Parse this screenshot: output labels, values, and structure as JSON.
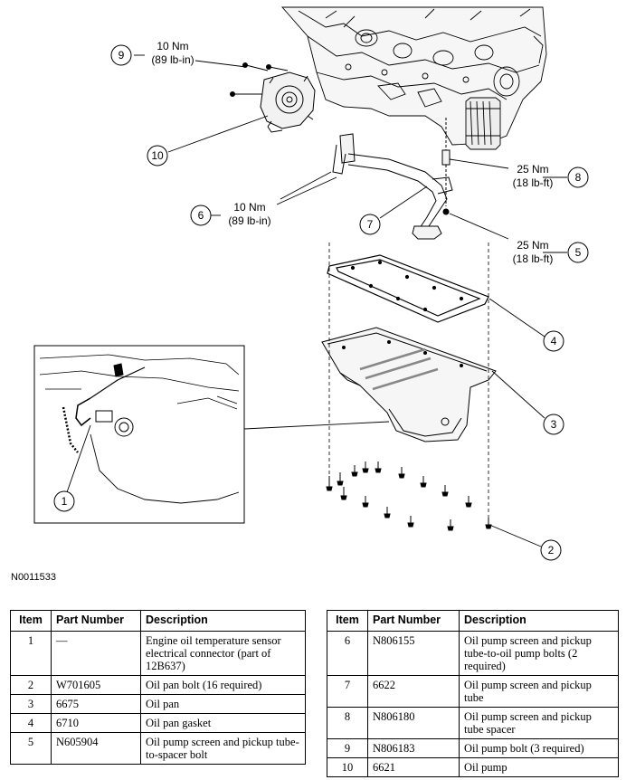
{
  "figure_id": "N0011533",
  "callouts": [
    {
      "id": "9",
      "label": "9",
      "line1": "10 Nm",
      "line2": "(89 lb-in)"
    },
    {
      "id": "10",
      "label": "10"
    },
    {
      "id": "6",
      "label": "6",
      "line1": "10 Nm",
      "line2": "(89 lb-in)"
    },
    {
      "id": "7",
      "label": "7"
    },
    {
      "id": "8",
      "label": "8",
      "line1": "25 Nm",
      "line2": "(18 lb-ft)"
    },
    {
      "id": "5",
      "label": "5",
      "line1": "25 Nm",
      "line2": "(18 lb-ft)"
    },
    {
      "id": "4",
      "label": "4"
    },
    {
      "id": "3",
      "label": "3"
    },
    {
      "id": "2",
      "label": "2"
    },
    {
      "id": "1",
      "label": "1"
    }
  ],
  "table_headers": {
    "item": "Item",
    "part_number": "Part Number",
    "description": "Description"
  },
  "parts_left": [
    {
      "item": "1",
      "part": "—",
      "desc": "Engine oil temperature sensor electrical connector (part of 12B637)"
    },
    {
      "item": "2",
      "part": "W701605",
      "desc": "Oil pan bolt (16 required)"
    },
    {
      "item": "3",
      "part": "6675",
      "desc": "Oil pan"
    },
    {
      "item": "4",
      "part": "6710",
      "desc": "Oil pan gasket"
    },
    {
      "item": "5",
      "part": "N605904",
      "desc": "Oil pump screen and pickup tube-to-spacer bolt"
    }
  ],
  "parts_right": [
    {
      "item": "6",
      "part": "N806155",
      "desc": "Oil pump screen and pickup tube-to-oil pump bolts (2 required)"
    },
    {
      "item": "7",
      "part": "6622",
      "desc": "Oil pump screen and pickup tube"
    },
    {
      "item": "8",
      "part": "N806180",
      "desc": "Oil pump screen and pickup tube spacer"
    },
    {
      "item": "9",
      "part": "N806183",
      "desc": "Oil pump bolt (3 required)"
    },
    {
      "item": "10",
      "part": "6621",
      "desc": "Oil pump"
    }
  ]
}
